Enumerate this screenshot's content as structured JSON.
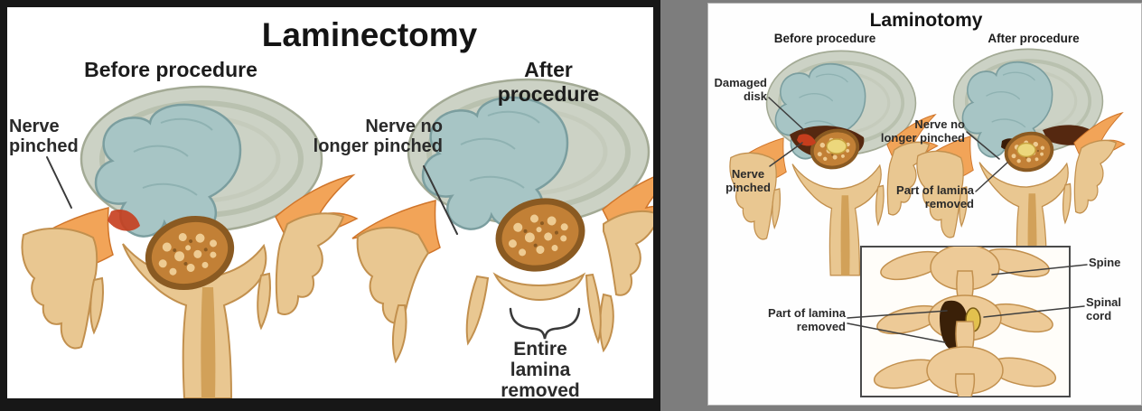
{
  "laminectomy_panel": {
    "title": "Laminectomy",
    "before_heading": "Before procedure",
    "after_heading": "After procedure",
    "label_nerve_pinched": "Nerve\npinched",
    "label_nerve_no_longer_pinched": "Nerve no\nlonger pinched",
    "label_entire_lamina_removed": "Entire lamina\nremoved"
  },
  "laminotomy_panel": {
    "title": "Laminotomy",
    "before_heading": "Before procedure",
    "after_heading": "After procedure",
    "label_damaged_disk": "Damaged\ndisk",
    "label_nerve_pinched": "Nerve\npinched",
    "label_nerve_no_longer_pinched": "Nerve no\nlonger pinched",
    "label_part_of_lamina_removed": "Part of lamina\nremoved",
    "inset": {
      "label_part_of_lamina_removed": "Part of lamina\nremoved",
      "label_spine": "Spine",
      "label_spinal_cord": "Spinal\ncord"
    }
  },
  "colors": {
    "page_background": "#7d7d7d",
    "left_frame": "#171717",
    "panel_background": "#ffffff",
    "label_text": "#232323",
    "disc_annulus": "#ccd2c5",
    "disc_nucleus": "#a7c5c5",
    "nerve_orange": "#f2a458",
    "pinch_red": "#c63d1d",
    "spinal_canal": "#c28036",
    "bone_tan": "#e9c791",
    "damaged_disk_brown": "#552810",
    "inset_opening": "#3a2008",
    "spinal_cord_yellow": "#e2c14e",
    "leader_line": "#3f3f3f"
  }
}
